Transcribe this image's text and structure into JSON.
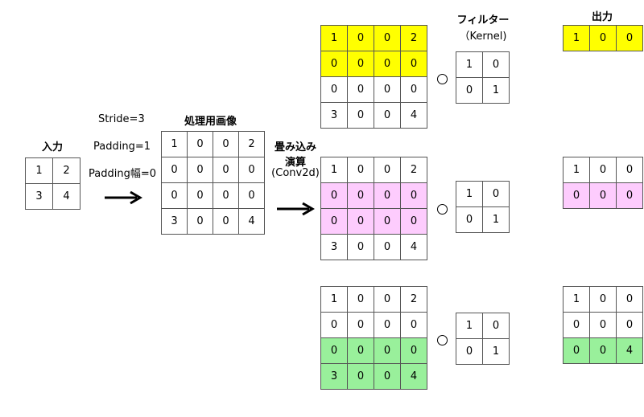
{
  "labels": {
    "input_title": "入力",
    "stride": "Stride=3",
    "padding": "Padding=1",
    "padding_width": "Padding幅=0",
    "processed_title": "処理用画像",
    "conv_line1": "畳み込み",
    "conv_line2": "演算",
    "conv_line3": "(Conv2d)",
    "filter_title": "フィルター",
    "filter_sub": "（Kernel)",
    "output_title": "出力"
  },
  "colors": {
    "yellow": "#ffff00",
    "pink": "#fdccfd",
    "green": "#99f09b",
    "white": "#ffffff"
  },
  "input": [
    [
      "1",
      "2"
    ],
    [
      "3",
      "4"
    ]
  ],
  "processed": [
    [
      "1",
      "0",
      "0",
      "2"
    ],
    [
      "0",
      "0",
      "0",
      "0"
    ],
    [
      "0",
      "0",
      "0",
      "0"
    ],
    [
      "3",
      "0",
      "0",
      "4"
    ]
  ],
  "kernel": [
    [
      "1",
      "0"
    ],
    [
      "0",
      "1"
    ]
  ],
  "steps": [
    {
      "highlight_rows": [
        0,
        1
      ],
      "color": "yellow",
      "output": [
        [
          "1",
          "0",
          "0"
        ]
      ]
    },
    {
      "highlight_rows": [
        1,
        2
      ],
      "color": "pink",
      "output": [
        [
          "1",
          "0",
          "0"
        ],
        [
          "0",
          "0",
          "0"
        ]
      ]
    },
    {
      "highlight_rows": [
        2,
        3
      ],
      "color": "green",
      "output": [
        [
          "1",
          "0",
          "0"
        ],
        [
          "0",
          "0",
          "0"
        ],
        [
          "0",
          "0",
          "4"
        ]
      ]
    }
  ]
}
